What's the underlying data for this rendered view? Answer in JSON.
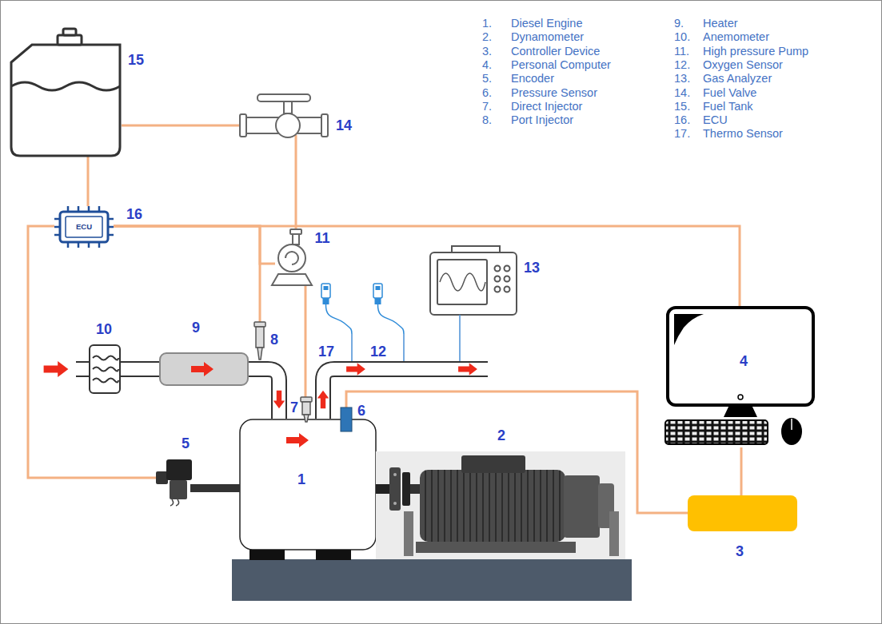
{
  "diagram": {
    "nodes": [
      {
        "text": [
          "1"
        ]
      },
      {
        "text": [
          "2"
        ]
      },
      {
        "text": [
          "3"
        ]
      },
      {
        "text": [
          "4"
        ]
      },
      {
        "text": [
          "5"
        ]
      },
      {
        "text": [
          "6"
        ]
      },
      {
        "text": [
          "7"
        ]
      },
      {
        "text": [
          "8"
        ]
      },
      {
        "text": [
          "9"
        ]
      },
      {
        "text": [
          "10"
        ]
      },
      {
        "text": [
          "11"
        ]
      },
      {
        "text": [
          "12"
        ]
      },
      {
        "text": [
          "13"
        ]
      },
      {
        "text": [
          "14"
        ]
      },
      {
        "text": [
          "15"
        ]
      },
      {
        "text": [
          "ECU",
          "16"
        ]
      },
      {
        "text": [
          "17"
        ]
      }
    ],
    "edges": [
      {
        "from": 14,
        "to": 13,
        "arrow": "none"
      },
      {
        "from": 13,
        "to": 10,
        "arrow": "none"
      },
      {
        "from": 14,
        "to": 15,
        "arrow": "none"
      },
      {
        "from": 15,
        "to": 3,
        "arrow": "none"
      },
      {
        "from": 15,
        "to": 7,
        "arrow": "none"
      },
      {
        "from": 15,
        "to": 10,
        "arrow": "none"
      },
      {
        "from": 10,
        "to": 6,
        "arrow": "none"
      },
      {
        "from": 15,
        "to": 4,
        "arrow": "none"
      },
      {
        "from": 5,
        "to": 2,
        "arrow": "none"
      },
      {
        "from": 2,
        "to": 3,
        "arrow": "none"
      }
    ],
    "labels": [
      "1.",
      "Diesel Engine",
      "2.",
      "Dynamometer",
      "3.",
      "Controller Device",
      "4.",
      "Personal Computer",
      "5.",
      "Encoder",
      "6.",
      "Pressure Sensor",
      "7.",
      "Direct Injector",
      "8.",
      "Port Injector",
      "9.",
      "Heater",
      "10.",
      "Anemometer",
      "11.",
      "High pressure Pump",
      "12.",
      "Oxygen Sensor",
      "13.",
      "Gas Analyzer",
      "14.",
      "Fuel Valve",
      "15.",
      "Fuel Tank",
      "16.",
      "ECU",
      "17.",
      "Thermo Sensor"
    ]
  }
}
